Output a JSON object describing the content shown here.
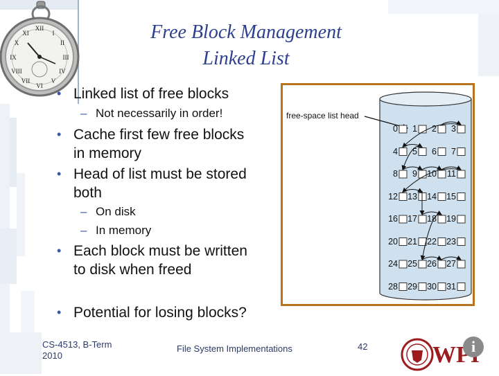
{
  "slide": {
    "title_line1": "Free Block Management",
    "title_line2": "Linked List",
    "bullets": [
      {
        "level": 1,
        "text": "Linked list of free blocks"
      },
      {
        "level": 2,
        "text": "Not necessarily in order!"
      },
      {
        "level": 1,
        "text": "Cache first few free blocks"
      },
      {
        "level": 1,
        "text": "in memory",
        "continuation": true
      },
      {
        "level": 1,
        "text": "Head of list must be stored"
      },
      {
        "level": 1,
        "text": "both",
        "continuation": true
      },
      {
        "level": 2,
        "text": "On disk"
      },
      {
        "level": 2,
        "text": "In memory"
      },
      {
        "level": 1,
        "text": "Each block must be written"
      },
      {
        "level": 1,
        "text": "to disk when freed",
        "continuation": true
      },
      {
        "level": 1,
        "text": "Potential for losing blocks?"
      }
    ]
  },
  "figure": {
    "head_label": "free-space list head",
    "blocks": [
      "0",
      "1",
      "2",
      "3",
      "4",
      "5",
      "6",
      "7",
      "8",
      "9",
      "10",
      "11",
      "12",
      "13",
      "14",
      "15",
      "16",
      "17",
      "18",
      "19",
      "20",
      "21",
      "22",
      "23",
      "24",
      "25",
      "26",
      "27",
      "28",
      "29",
      "30",
      "31"
    ],
    "free_chain": [
      2,
      3,
      4,
      5,
      8,
      9,
      10,
      11,
      12,
      13,
      17,
      18,
      25,
      26,
      27
    ]
  },
  "footer": {
    "course_line1": "CS-4513, B-Term",
    "course_line2": "2010",
    "center": "File System Implementations",
    "page": "42",
    "logo_text": "WPI"
  },
  "colors": {
    "title": "#2d3f8f",
    "bullet": "#3a57a8",
    "figure_border": "#b8731e",
    "logo_red": "#9b1b1f"
  }
}
